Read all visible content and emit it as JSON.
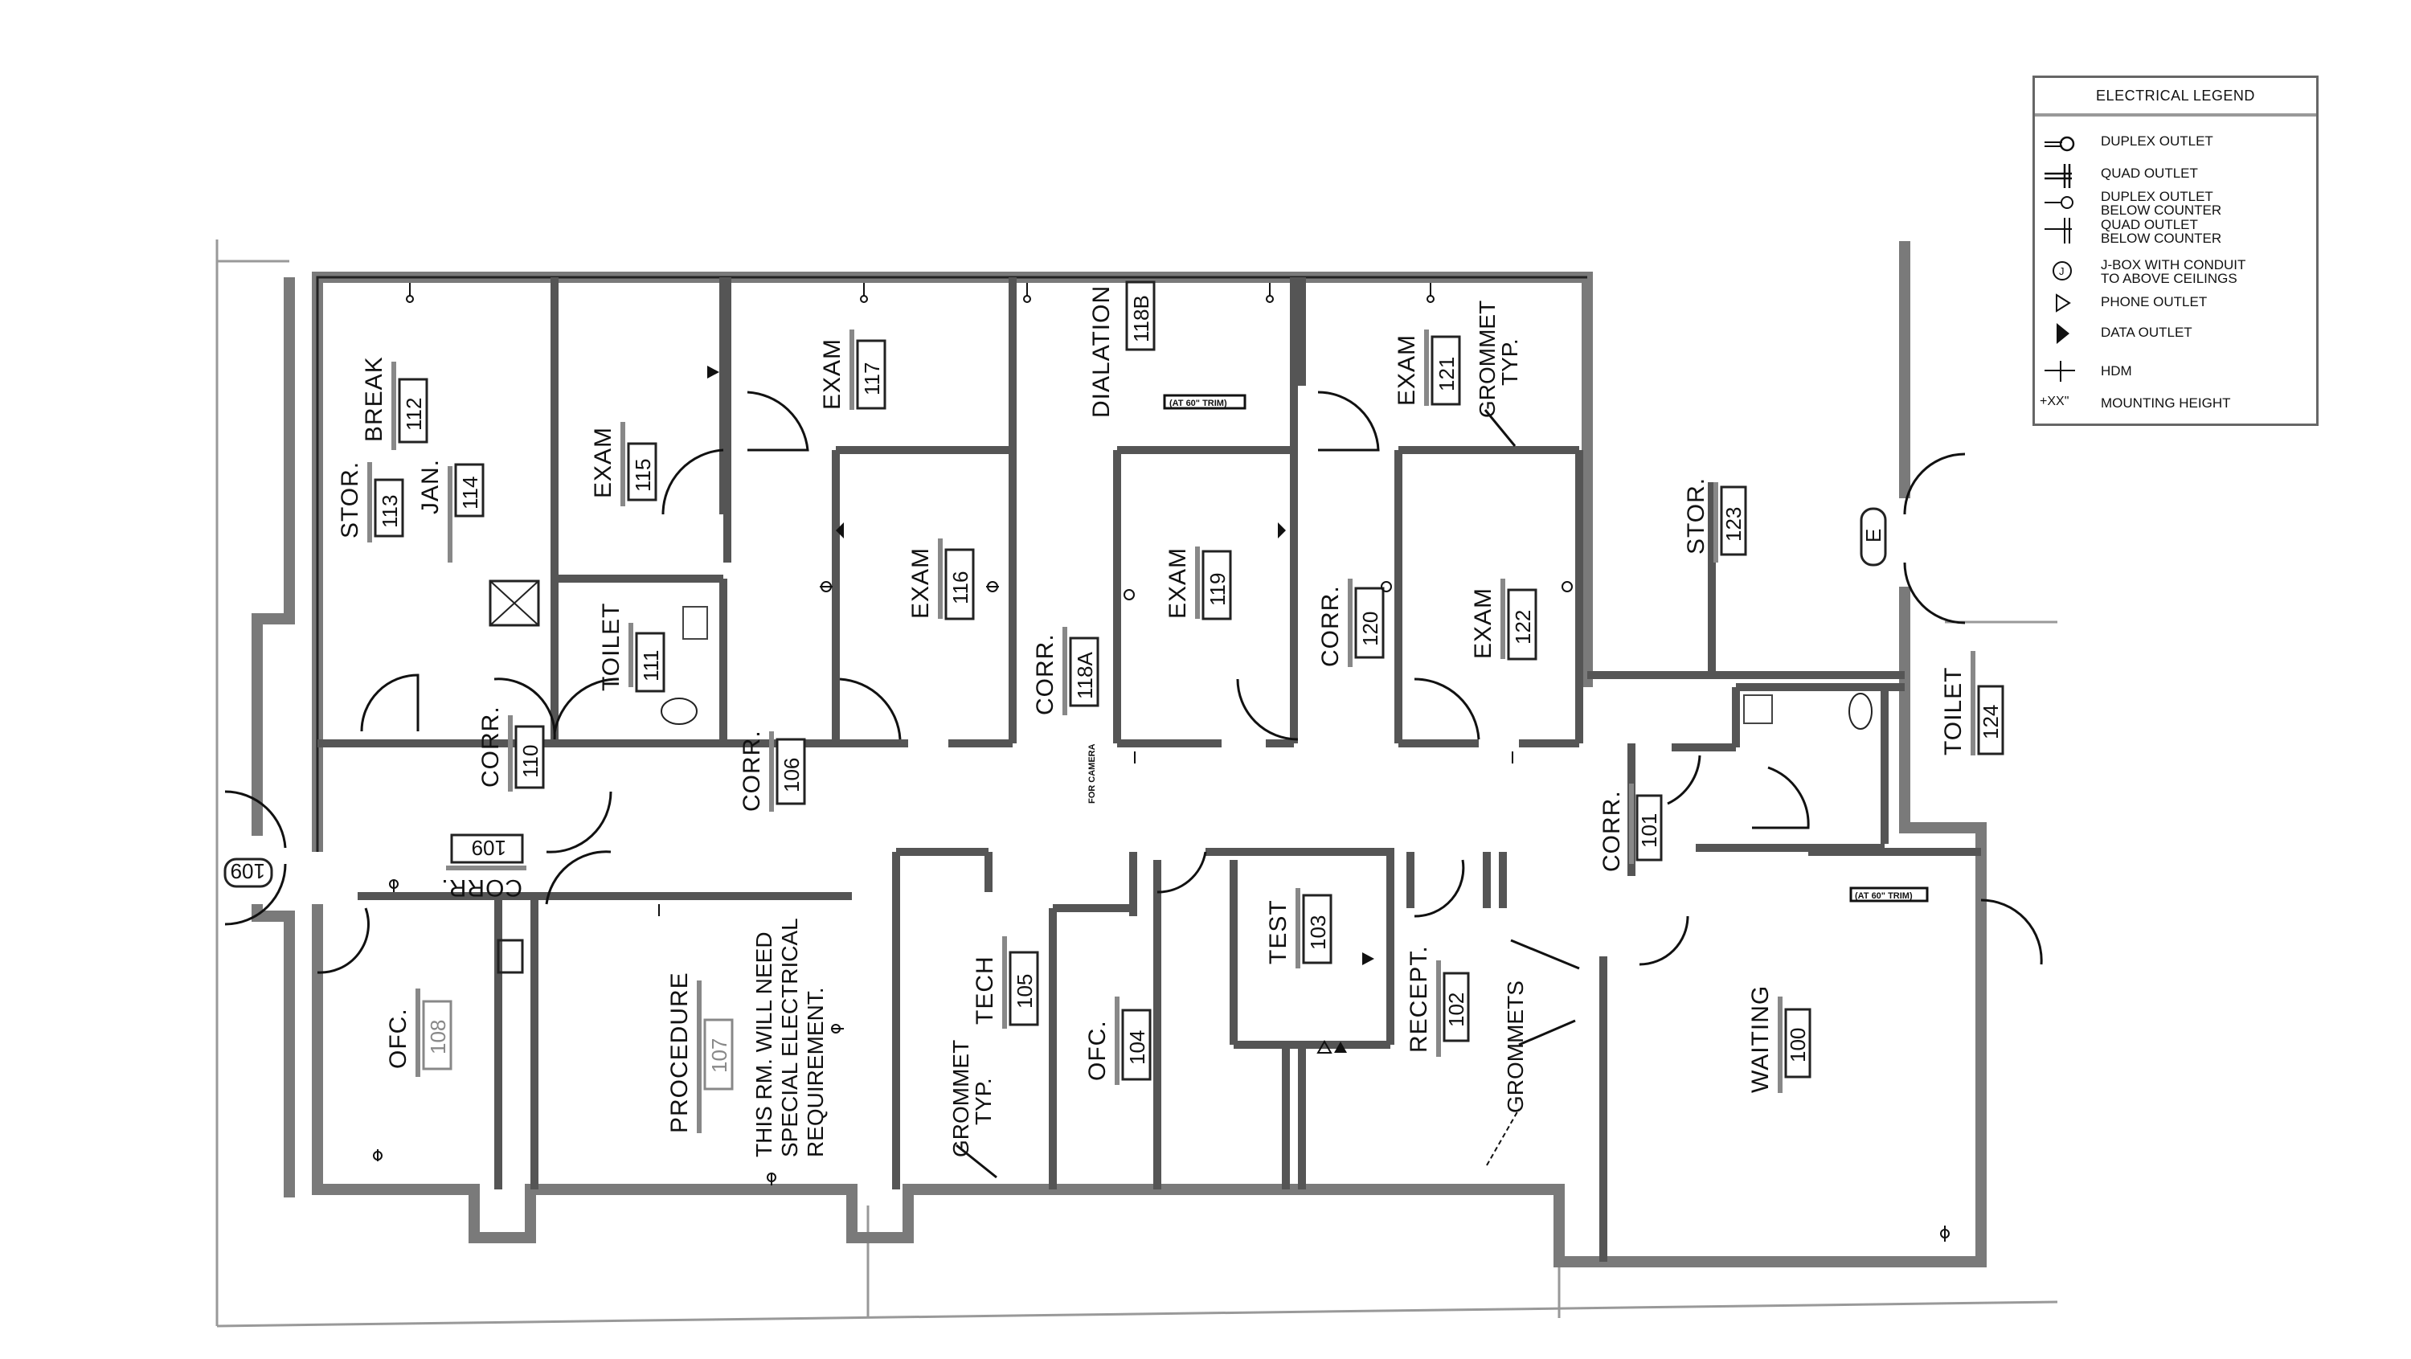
{
  "legend": {
    "title": "ELECTRICAL LEGEND",
    "items": [
      {
        "icon": "duplex-outlet-icon",
        "label": "DUPLEX OUTLET"
      },
      {
        "icon": "quad-outlet-icon",
        "label": "QUAD OUTLET"
      },
      {
        "icon": "duplex-outlet-below-counter-icon",
        "label": "DUPLEX OUTLET\nBELOW COUNTER"
      },
      {
        "icon": "quad-outlet-below-counter-icon",
        "label": "QUAD OUTLET\nBELOW COUNTER"
      },
      {
        "icon": "j-box-icon",
        "label": "J-BOX WITH CONDUIT\nTO ABOVE CEILINGS"
      },
      {
        "icon": "phone-outlet-icon",
        "label": "PHONE OUTLET"
      },
      {
        "icon": "data-outlet-icon",
        "label": "DATA OUTLET"
      },
      {
        "icon": "hdm-icon",
        "label": "HDM"
      },
      {
        "icon": "mounting-height-icon",
        "symbol": "+XX\"",
        "label": "MOUNTING HEIGHT"
      }
    ]
  },
  "rooms": {
    "break": {
      "name": "BREAK",
      "number": "112"
    },
    "stor113": {
      "name": "STOR.",
      "number": "113"
    },
    "jan": {
      "name": "JAN.",
      "number": "114"
    },
    "exam115": {
      "name": "EXAM",
      "number": "115"
    },
    "toilet111": {
      "name": "TOILET",
      "number": "111"
    },
    "corr110": {
      "name": "CORR.",
      "number": "110"
    },
    "exam117": {
      "name": "EXAM",
      "number": "117"
    },
    "exam116": {
      "name": "EXAM",
      "number": "116"
    },
    "corr106": {
      "name": "CORR.",
      "number": "106"
    },
    "dialation": {
      "name": "DIALATION",
      "number": "118B"
    },
    "corr118a": {
      "name": "CORR.",
      "number": "118A"
    },
    "exam119": {
      "name": "EXAM",
      "number": "119"
    },
    "corr120": {
      "name": "CORR.",
      "number": "120"
    },
    "exam121": {
      "name": "EXAM",
      "number": "121"
    },
    "exam122": {
      "name": "EXAM",
      "number": "122"
    },
    "stor123": {
      "name": "STOR.",
      "number": "123"
    },
    "toilet124": {
      "name": "TOILET",
      "number": "124"
    },
    "corr101": {
      "name": "CORR.",
      "number": "101"
    },
    "corr109": {
      "name": "CORR.",
      "number": "109"
    },
    "door109": {
      "number": "109"
    },
    "ofc108": {
      "name": "OFC.",
      "number": "108"
    },
    "procedure": {
      "name": "PROCEDURE",
      "number": "107"
    },
    "tech": {
      "name": "TECH",
      "number": "105"
    },
    "ofc104": {
      "name": "OFC.",
      "number": "104"
    },
    "test": {
      "name": "TEST",
      "number": "103"
    },
    "recept": {
      "name": "RECEPT.",
      "number": "102"
    },
    "waiting": {
      "name": "WAITING",
      "number": "100"
    },
    "exit": {
      "label": "E"
    }
  },
  "notes": {
    "procedure_line1": "THIS RM. WILL NEED",
    "procedure_line2": "SPECIAL ELECTRICAL",
    "procedure_line3": "REQUIREMENT.",
    "grommet_typ_121": "GROMMET",
    "grommet_typ_121b": "TYP.",
    "grommet_typ_105": "GROMMET",
    "grommet_typ_105b": "TYP.",
    "grommets_102": "GROMMETS",
    "for_camera": "FOR CAMERA",
    "trim_dialation": "(AT 60\" TRIM)",
    "trim_waiting": "(AT 60\" TRIM)"
  }
}
